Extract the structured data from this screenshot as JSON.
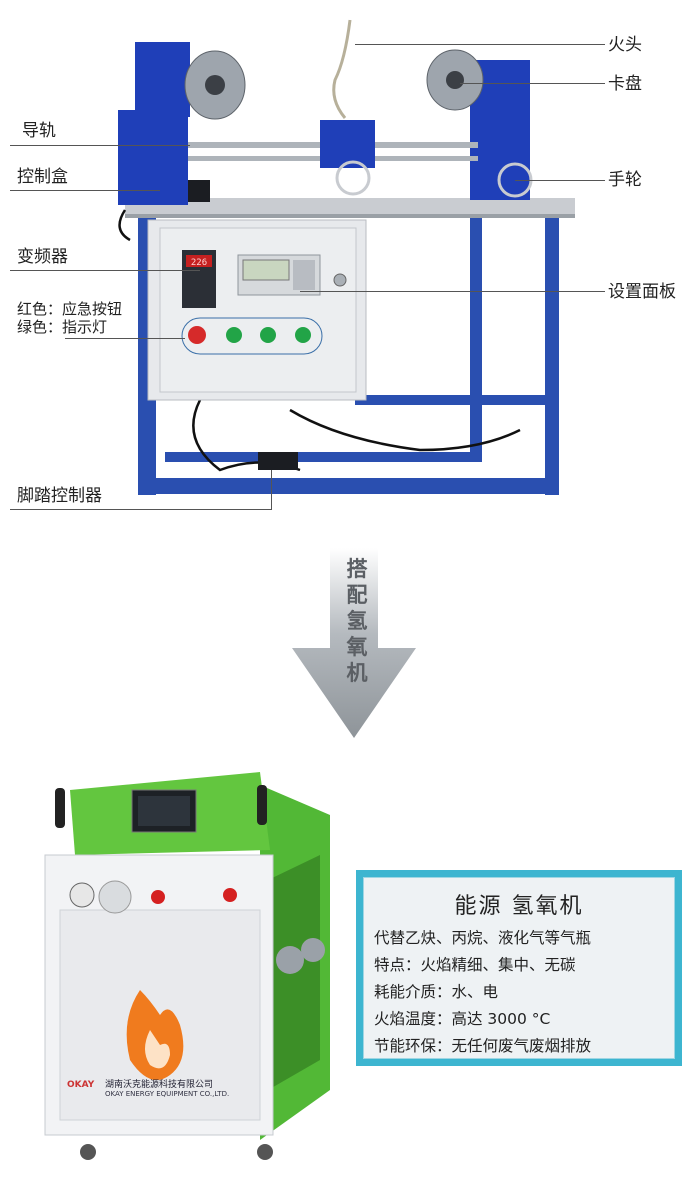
{
  "labels": {
    "torch": "火头",
    "chuck": "卡盘",
    "rail": "导轨",
    "control_box": "控制盒",
    "handwheel": "手轮",
    "inverter": "变频器",
    "settings_panel": "设置面板",
    "red_note": "红色：应急按钮",
    "green_note": "绿色：指示灯",
    "foot_controller": "脚踏控制器"
  },
  "arrow": {
    "text": "搭配氢氧机"
  },
  "display": {
    "inverter_readout": "226"
  },
  "generator": {
    "brand_mark": "OKAY",
    "company_cn": "湖南沃克能源科技有限公司",
    "company_en": "OKAY ENERGY EQUIPMENT CO.,LTD."
  },
  "info": {
    "title": "能源 氢氧机",
    "rows": [
      "代替乙炔、丙烷、液化气等气瓶",
      "特点：火焰精细、集中、无碳",
      "耗能介质：水、电",
      "火焰温度：高达 3000 °C",
      "节能环保：无任何废气废烟排放"
    ]
  },
  "colors": {
    "machine_blue": "#1f3fb8",
    "generator_green": "#5cc23a",
    "info_border": "#3db5d0",
    "arrow_grey": "#8e9499"
  }
}
